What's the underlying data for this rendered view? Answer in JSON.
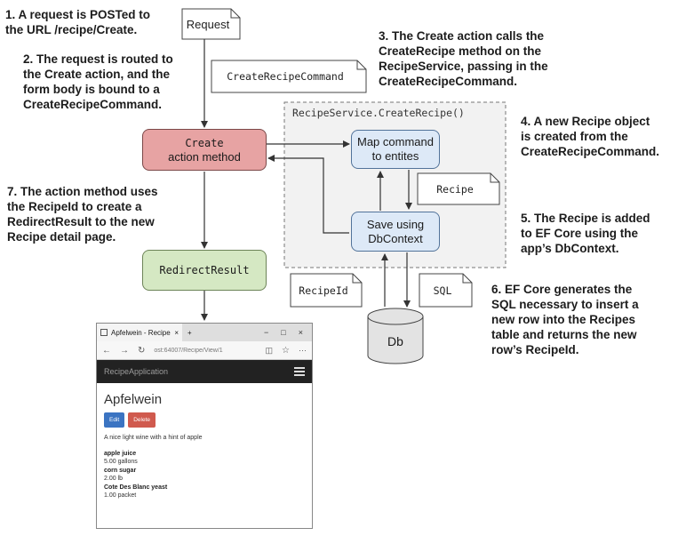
{
  "notes": {
    "n1": [
      "1. A request is POSTed to",
      "the URL /recipe/Create."
    ],
    "n2": [
      "2. The request is routed to",
      "the Create action, and the",
      "form body is bound to a",
      "CreateRecipeCommand."
    ],
    "n3": [
      "3. The Create action calls the",
      "CreateRecipe method on the",
      "RecipeService, passing in the",
      "CreateRecipeCommand."
    ],
    "n4": [
      "4. A new Recipe object",
      "is created from the",
      "CreateRecipeCommand."
    ],
    "n5": [
      "5. The Recipe is added",
      "to EF Core using the",
      "app’s DbContext."
    ],
    "n6": [
      "6. EF Core generates the",
      "SQL necessary to insert a",
      "new row into the Recipes",
      "table and returns the new",
      "row’s RecipeId."
    ],
    "n7": [
      "7. The action method uses",
      "the RecipeId to create a",
      "RedirectResult to the new",
      "Recipe detail page."
    ]
  },
  "docs": {
    "request": "Request",
    "command": "CreateRecipeCommand",
    "recipe": "Recipe",
    "recipe_id": "RecipeId",
    "sql": "SQL"
  },
  "boxes": {
    "create_line1": "Create",
    "create_line2": "action method",
    "redirect": "RedirectResult",
    "map_line1": "Map command",
    "map_line2": "to entites",
    "save_line1": "Save using",
    "save_line2": "DbContext",
    "service_label": "RecipeService.CreateRecipe()",
    "db": "Db"
  },
  "browser": {
    "tab_title": "Apfelwein - RecipeAppli",
    "tab_close": "×",
    "tab_new": "+",
    "win_controls": [
      "−",
      "□",
      "×"
    ],
    "nav_back": "←",
    "nav_forward": "→",
    "nav_refresh": "↻",
    "address": "ost:64007/Recipe/View/1",
    "nav_brand": "RecipeApplication",
    "heading": "Apfelwein",
    "edit_label": "Edit",
    "delete_label": "Delete",
    "description": "A nice light wine with a hint of apple",
    "ingredients": [
      {
        "name": "apple juice",
        "amount": "5.00 gallons"
      },
      {
        "name": "corn sugar",
        "amount": "2.00 lb"
      },
      {
        "name": "Cote Des Blanc yeast",
        "amount": "1.00 packet"
      }
    ]
  },
  "colors": {
    "create_fill": "#e7a3a3",
    "redirect_fill": "#d5e8c3",
    "service_fill": "#dde9f7",
    "navbar": "#222222",
    "edit_button": "#3b74c2",
    "delete_button": "#d05a4e"
  }
}
